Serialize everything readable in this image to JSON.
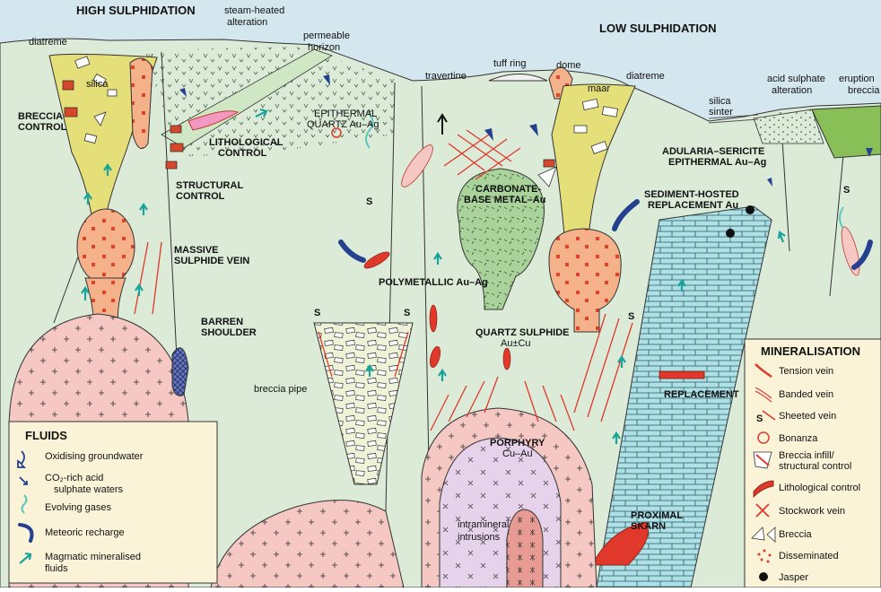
{
  "headings": {
    "high": "HIGH SULPHIDATION",
    "low": "LOW SULPHIDATION"
  },
  "labels": {
    "steam_heated": [
      "steam-heated",
      "alteration"
    ],
    "permeable": [
      "permeable",
      "horizon"
    ],
    "diatreme_left": "diatreme",
    "silica": "silica",
    "breccia_control": [
      "BRECCIA",
      "CONTROL"
    ],
    "lithological_control": [
      "LITHOLOGICAL",
      "CONTROL"
    ],
    "structural_control": [
      "STRUCTURAL",
      "CONTROL"
    ],
    "massive_sulphide": [
      "MASSIVE",
      "SULPHIDE VEIN"
    ],
    "barren_shoulder": [
      "BARREN",
      "SHOULDER"
    ],
    "epithermal_quartz": [
      "EPITHERMAL",
      "QUARTZ Au–Ag"
    ],
    "travertine": "travertine",
    "tuff_ring": "tuff ring",
    "dome": "dome",
    "maar": "maar",
    "diatreme_right": "diatreme",
    "silica_sinter": [
      "silica",
      "sinter"
    ],
    "acid_sulphate": [
      "acid sulphate",
      "alteration"
    ],
    "eruption": [
      "eruption",
      "breccia"
    ],
    "adularia": [
      "ADULARIA–SERICITE",
      "EPITHERMAL Au–Ag"
    ],
    "carbonate": [
      "CARBONATE-",
      "BASE METAL–Au"
    ],
    "sediment": [
      "SEDIMENT-HOSTED",
      "REPLACEMENT Au"
    ],
    "polymetallic": "POLYMETALLIC Au–Ag",
    "quartz_sulphide": [
      "QUARTZ SULPHIDE",
      "Au±Cu"
    ],
    "breccia_pipe": "breccia pipe",
    "replacement": "REPLACEMENT",
    "porphyry": [
      "PORPHYRY",
      "Cu–Au"
    ],
    "intramineral": [
      "intramineral",
      "intrusions"
    ],
    "proximal_skarn": [
      "PROXIMAL",
      "SKARN"
    ],
    "s_mark": "S"
  },
  "fluids": {
    "title": "FLUIDS",
    "items": [
      {
        "icon": "oxidising-groundwater-arrow",
        "label": [
          "Oxidising groundwater"
        ]
      },
      {
        "icon": "acid-sulphate-arrow",
        "label": [
          "CO₂-rich acid",
          "sulphate waters"
        ]
      },
      {
        "icon": "evolving-gases-arrow",
        "label": [
          "Evolving gases"
        ]
      },
      {
        "icon": "meteoric-recharge-arrow",
        "label": [
          "Meteoric recharge"
        ]
      },
      {
        "icon": "magmatic-fluid-arrow",
        "label": [
          "Magmatic mineralised",
          "fluids"
        ]
      }
    ]
  },
  "mineralisation": {
    "title": "MINERALISATION",
    "items": [
      {
        "icon": "tension-vein-icon",
        "label": "Tension vein"
      },
      {
        "icon": "banded-vein-icon",
        "label": "Banded vein"
      },
      {
        "icon": "sheeted-vein-icon",
        "label": "Sheeted vein"
      },
      {
        "icon": "bonanza-icon",
        "label": "Bonanza"
      },
      {
        "icon": "breccia-infill-icon",
        "label": [
          "Breccia infill/",
          "structural control"
        ]
      },
      {
        "icon": "lithological-control-icon",
        "label": "Lithological control"
      },
      {
        "icon": "stockwork-vein-icon",
        "label": "Stockwork vein"
      },
      {
        "icon": "breccia-icon",
        "label": "Breccia"
      },
      {
        "icon": "disseminated-icon",
        "label": "Disseminated"
      },
      {
        "icon": "jasper-icon",
        "label": "Jasper"
      }
    ]
  },
  "colors": {
    "sky": "#d4e7ef",
    "host_rock": "#dcebd8",
    "intrusion": "#f6c8c4",
    "breccia_fill": "#e4df78",
    "carbonate_dome": "#a9d39a",
    "limestone": "#aee0e6",
    "porphyry": "#e6d2ea",
    "acid_green": "#88c057",
    "legend_bg": "#fbf3d8",
    "vein_red": "#e0392b",
    "fluid_blue": "#24408f",
    "fluid_teal": "#1aa39a"
  }
}
